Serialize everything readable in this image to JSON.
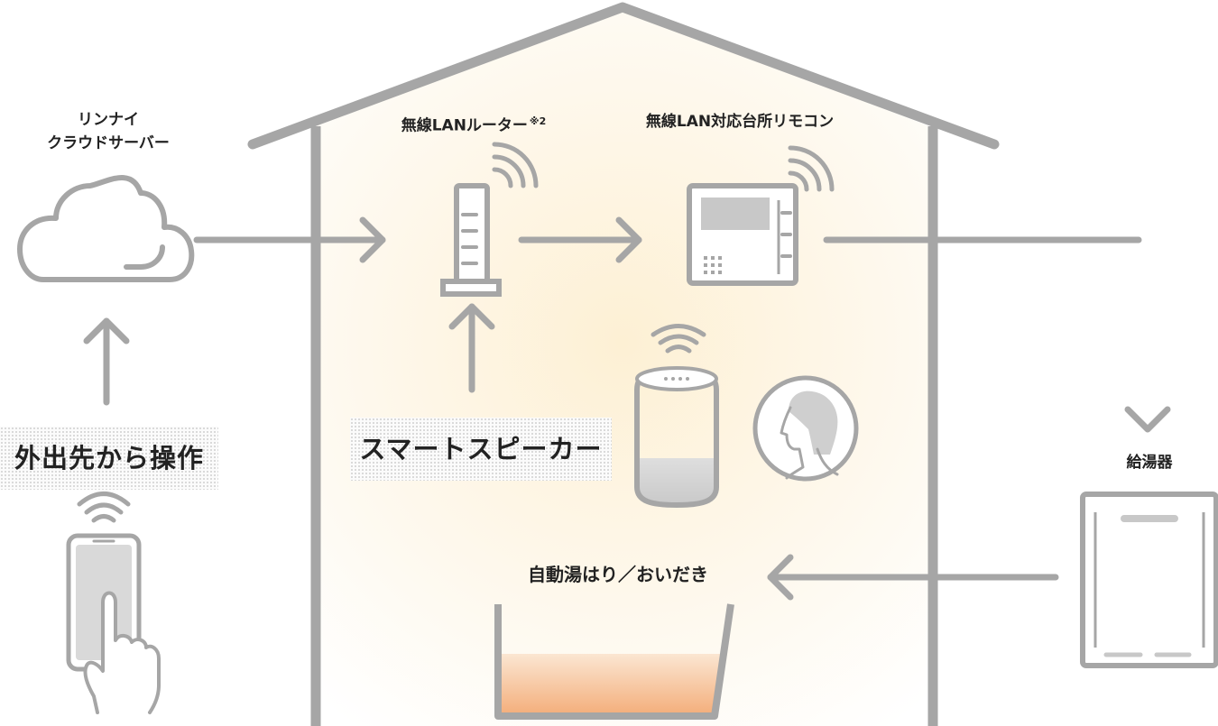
{
  "labels": {
    "cloud_line1": "リンナイ",
    "cloud_line2": "クラウドサーバー",
    "router": "無線LANルーター",
    "router_note": "※2",
    "remote": "無線LAN対応台所リモコン",
    "water_heater": "給湯器",
    "smart_speaker": "スマートスピーカー",
    "remote_operation": "外出先から操作",
    "bath": "自動湯はり／おいだき"
  },
  "icons": [
    "cloud-icon",
    "router-icon",
    "remote-icon",
    "smart-speaker-icon",
    "person-icon",
    "smartphone-icon",
    "water-heater-icon",
    "bathtub-icon",
    "wifi-icon"
  ],
  "colors": {
    "line": "#a6a6a6",
    "house_glow": "#fdf1d8",
    "bath_water": "#f5b98a",
    "screen": "#c8c8c8"
  }
}
